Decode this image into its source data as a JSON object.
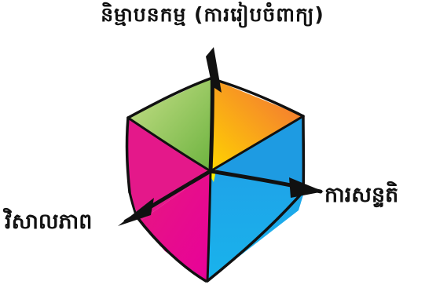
{
  "labels": {
    "top": "និម្មាបនកម្ម (ការរៀបចំពាក្យ)",
    "right": "ការសន្ទតិ",
    "left": "វិសាលភាព"
  },
  "colors": {
    "green": "#8dc63f",
    "orange": "#f7941d",
    "yellow": "#ffd200",
    "cyan": "#00aeef",
    "blue": "#1e9ae0",
    "magenta": "#ec008c",
    "pink": "#e0137d",
    "stroke": "#111111"
  }
}
